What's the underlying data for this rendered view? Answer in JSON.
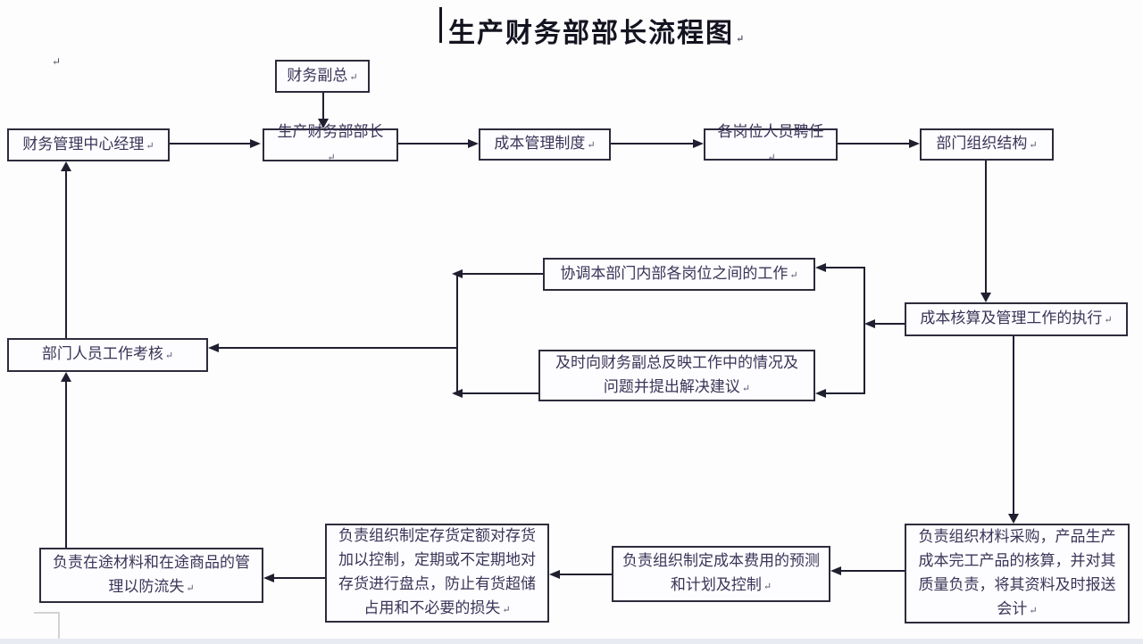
{
  "title": "生产财务部部长流程图",
  "marks": {
    "line_end": "↵"
  },
  "nodes": {
    "cfo_deputy": {
      "label": "财务副总"
    },
    "production_finance_director": {
      "label": "生产财务部部长"
    },
    "finance_center_manager": {
      "label": "财务管理中心经理"
    },
    "cost_management_system": {
      "label": "成本管理制度"
    },
    "staff_appointment": {
      "label": "各岗位人员聘任"
    },
    "org_structure": {
      "label": "部门组织结构"
    },
    "cost_accounting_execution": {
      "label": "成本核算及管理工作的执行"
    },
    "coordinate_internal_work": {
      "label": "协调本部门内部各岗位之间的工作"
    },
    "report_to_cfo": {
      "label": "及时向财务副总反映工作中的情况及问题并提出解决建议"
    },
    "staff_work_assessment": {
      "label": "部门人员工作考核"
    },
    "material_procurement_accounting": {
      "label": "负责组织材料采购，产品生产成本完工产品的核算，并对其质量负责，将其资料及时报送会计"
    },
    "cost_forecast_plan_control": {
      "label": "负责组织制定成本费用的预测和计划及控制"
    },
    "inventory_quota_control": {
      "label": "负责组织制定存货定额对存货加以控制，定期或不定期地对存货进行盘点，防止有货超储占用和不必要的损失"
    },
    "transit_goods_management": {
      "label": "负责在途材料和在途商品的管理以防流失"
    }
  },
  "edges": [
    {
      "from": "cfo_deputy",
      "to": "production_finance_director"
    },
    {
      "from": "finance_center_manager",
      "to": "production_finance_director"
    },
    {
      "from": "production_finance_director",
      "to": "cost_management_system"
    },
    {
      "from": "cost_management_system",
      "to": "staff_appointment"
    },
    {
      "from": "staff_appointment",
      "to": "org_structure"
    },
    {
      "from": "org_structure",
      "to": "cost_accounting_execution"
    },
    {
      "from": "cost_accounting_execution",
      "to": "coordinate_internal_work"
    },
    {
      "from": "cost_accounting_execution",
      "to": "report_to_cfo"
    },
    {
      "from": "coordinate_internal_work",
      "to": "staff_work_assessment"
    },
    {
      "from": "report_to_cfo",
      "to": "staff_work_assessment"
    },
    {
      "from": "staff_work_assessment",
      "to": "finance_center_manager"
    },
    {
      "from": "cost_accounting_execution",
      "to": "material_procurement_accounting"
    },
    {
      "from": "material_procurement_accounting",
      "to": "cost_forecast_plan_control"
    },
    {
      "from": "cost_forecast_plan_control",
      "to": "inventory_quota_control"
    },
    {
      "from": "inventory_quota_control",
      "to": "transit_goods_management"
    },
    {
      "from": "transit_goods_management",
      "to": "staff_work_assessment"
    }
  ],
  "colors": {
    "line": "#1f1f30",
    "box_border": "#2c2c3c",
    "text": "#3b3357",
    "background": "#fdfdfe"
  }
}
